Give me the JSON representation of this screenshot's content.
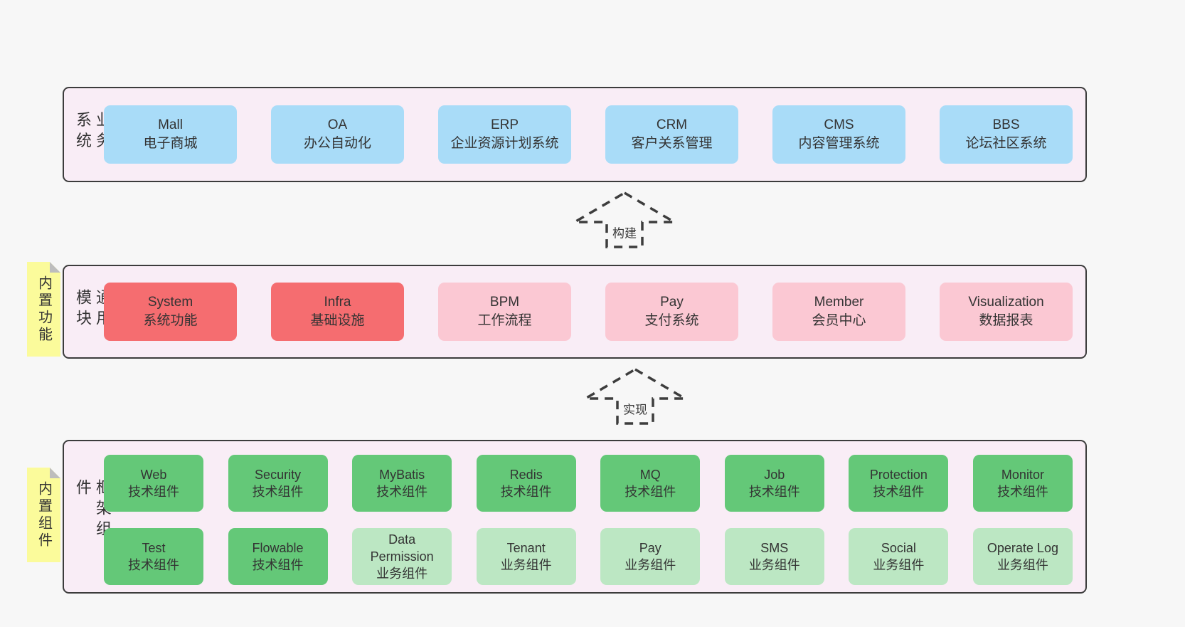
{
  "colors": {
    "page_bg": "#f7f7f7",
    "layer_bg": "#f9edf6",
    "layer_border": "#3c3c3c",
    "business_box": "#a9dcf8",
    "core_module_box": "#f56d70",
    "module_box": "#fbc8d3",
    "tech_component_box": "#64c878",
    "biz_component_box": "#bce7c3",
    "note_bg": "#fbfb9b",
    "note_fold": "#bdbdbd",
    "arrow_stroke": "#3d3d3d",
    "text": "#333333"
  },
  "business_layer": {
    "label": "业务系统",
    "boxes": [
      {
        "name": "Mall",
        "desc": "电子商城"
      },
      {
        "name": "OA",
        "desc": "办公自动化"
      },
      {
        "name": "ERP",
        "desc": "企业资源计划系统"
      },
      {
        "name": "CRM",
        "desc": "客户关系管理"
      },
      {
        "name": "CMS",
        "desc": "内容管理系统"
      },
      {
        "name": "BBS",
        "desc": "论坛社区系统"
      }
    ]
  },
  "build_arrow": {
    "label": "构建"
  },
  "modules_layer": {
    "label": "通用模块",
    "note": "内置功能",
    "boxes": [
      {
        "name": "System",
        "desc": "系统功能"
      },
      {
        "name": "Infra",
        "desc": "基础设施"
      },
      {
        "name": "BPM",
        "desc": "工作流程"
      },
      {
        "name": "Pay",
        "desc": "支付系统"
      },
      {
        "name": "Member",
        "desc": "会员中心"
      },
      {
        "name": "Visualization",
        "desc": "数据报表"
      }
    ]
  },
  "implement_arrow": {
    "label": "实现"
  },
  "components_layer": {
    "label": "框架组件",
    "note": "内置组件",
    "row1": [
      {
        "name": "Web",
        "desc": "技术组件"
      },
      {
        "name": "Security",
        "desc": "技术组件"
      },
      {
        "name": "MyBatis",
        "desc": "技术组件"
      },
      {
        "name": "Redis",
        "desc": "技术组件"
      },
      {
        "name": "MQ",
        "desc": "技术组件"
      },
      {
        "name": "Job",
        "desc": "技术组件"
      },
      {
        "name": "Protection",
        "desc": "技术组件"
      },
      {
        "name": "Monitor",
        "desc": "技术组件"
      }
    ],
    "row2": [
      {
        "name": "Test",
        "desc": "技术组件"
      },
      {
        "name": "Flowable",
        "desc": "技术组件"
      },
      {
        "name": "Data Permission",
        "desc": "业务组件"
      },
      {
        "name": "Tenant",
        "desc": "业务组件"
      },
      {
        "name": "Pay",
        "desc": "业务组件"
      },
      {
        "name": "SMS",
        "desc": "业务组件"
      },
      {
        "name": "Social",
        "desc": "业务组件"
      },
      {
        "name": "Operate Log",
        "desc": "业务组件"
      }
    ]
  }
}
